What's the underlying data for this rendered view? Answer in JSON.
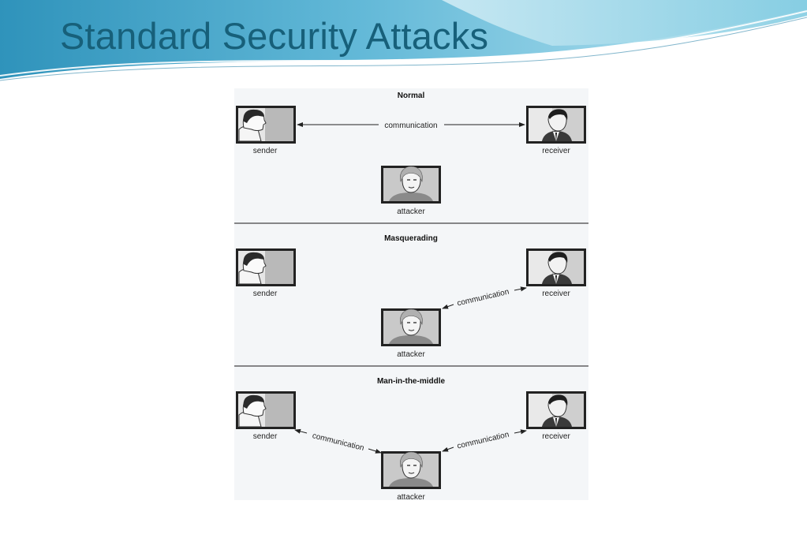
{
  "slide": {
    "title": "Standard Security Attacks"
  },
  "diagram": {
    "panels": [
      {
        "header": "Normal",
        "sender_label": "sender",
        "receiver_label": "receiver",
        "attacker_label": "attacker",
        "links": [
          {
            "from": "sender",
            "to": "receiver",
            "label": "communication"
          }
        ]
      },
      {
        "header": "Masquerading",
        "sender_label": "sender",
        "receiver_label": "receiver",
        "attacker_label": "attacker",
        "links": [
          {
            "from": "attacker",
            "to": "receiver",
            "label": "communication"
          }
        ]
      },
      {
        "header": "Man-in-the-middle",
        "sender_label": "sender",
        "receiver_label": "receiver",
        "attacker_label": "attacker",
        "links": [
          {
            "from": "sender",
            "to": "attacker",
            "label": "communication"
          },
          {
            "from": "attacker",
            "to": "receiver",
            "label": "communication"
          }
        ]
      }
    ]
  },
  "colors": {
    "title": "#17607a",
    "wave_dark": "#3a9fc4",
    "wave_light": "#aee0ee",
    "figure_bg": "#f4f6f8"
  }
}
